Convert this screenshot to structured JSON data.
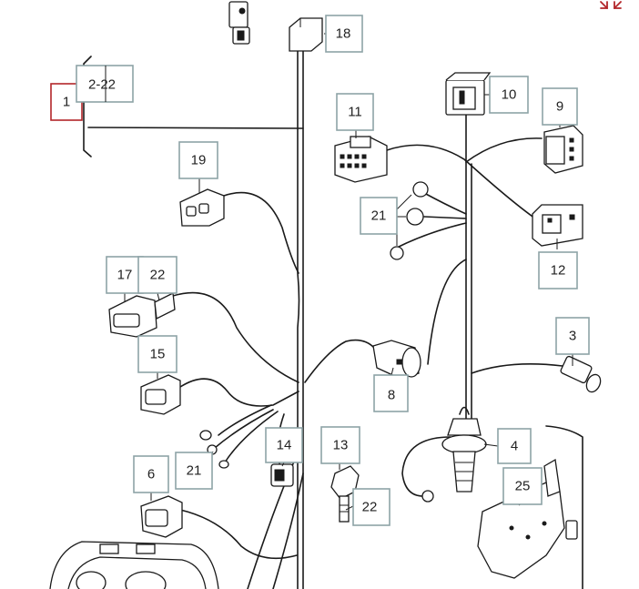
{
  "callouts": {
    "c1": "1",
    "c2_22": "2-22",
    "c3": "3",
    "c4": "4",
    "c6": "6",
    "c8": "8",
    "c9": "9",
    "c10": "10",
    "c11": "11",
    "c12": "12",
    "c13": "13",
    "c14": "14",
    "c15": "15",
    "c17": "17",
    "c18": "18",
    "c19": "19",
    "c21a": "21",
    "c21b": "21",
    "c22a": "22",
    "c22b": "22",
    "c25": "25"
  },
  "colors": {
    "callout_border": "#8ea3a6",
    "selected_border": "#b3262a",
    "icon": "#b3262a"
  },
  "toolbar": {
    "expand_icon": "expand-arrows-icon"
  }
}
